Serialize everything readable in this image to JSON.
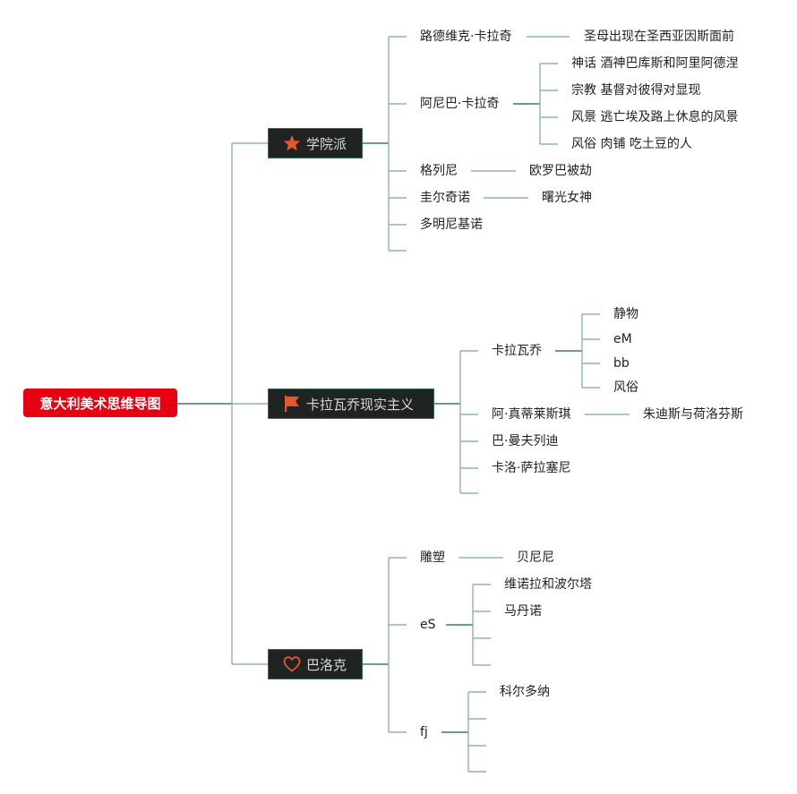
{
  "colors": {
    "root": "#e60012",
    "branch": "#1f2321",
    "line": "#8fb5a8",
    "line_dark": "#3f7a68",
    "icon": "#e8572a"
  },
  "root": {
    "label": "意大利美术思维导图"
  },
  "branches": [
    {
      "label": "学院派",
      "icon": "star-icon",
      "children": [
        {
          "label": "路德维克·卡拉奇",
          "children": [
            "圣母出现在圣西亚因斯面前"
          ]
        },
        {
          "label": "阿尼巴·卡拉奇",
          "children": [
            "神话 酒神巴库斯和阿里阿德涅",
            "宗教 基督对彼得对显现",
            "风景 逃亡埃及路上休息的风景",
            "风俗 肉铺 吃土豆的人"
          ]
        },
        {
          "label": "格列尼",
          "children": [
            "欧罗巴被劫"
          ]
        },
        {
          "label": "圭尔奇诺",
          "children": [
            "曙光女神"
          ]
        },
        {
          "label": "多明尼基诺",
          "children": []
        },
        {
          "label": "",
          "children": []
        }
      ]
    },
    {
      "label": "卡拉瓦乔现实主义",
      "icon": "flag-icon",
      "children": [
        {
          "label": "卡拉瓦乔",
          "children": [
            "静物",
            "eM",
            "bb",
            "风俗"
          ]
        },
        {
          "label": "阿·真蒂莱斯琪",
          "children": [
            "朱迪斯与荷洛芬斯"
          ]
        },
        {
          "label": "巴·曼夫列迪",
          "children": []
        },
        {
          "label": "卡洛·萨拉塞尼",
          "children": []
        },
        {
          "label": "",
          "children": []
        }
      ]
    },
    {
      "label": "巴洛克",
      "icon": "heart-icon",
      "children": [
        {
          "label": "雕塑",
          "children": [
            "贝尼尼"
          ]
        },
        {
          "label": "eS",
          "children": [
            "维诺拉和波尔塔",
            "马丹诺",
            "",
            ""
          ]
        },
        {
          "label": "fj",
          "children": [
            "科尔多纳",
            "",
            "",
            ""
          ]
        }
      ]
    }
  ]
}
